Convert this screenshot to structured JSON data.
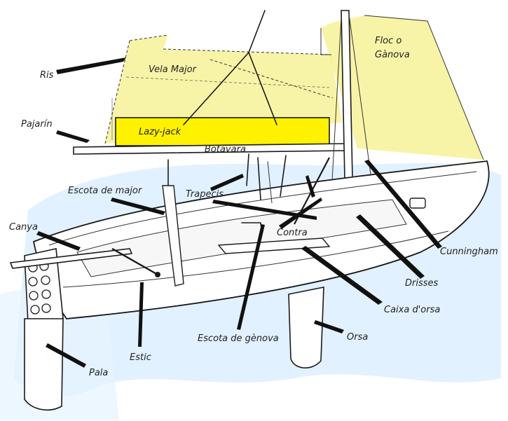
{
  "diagram": {
    "labels": {
      "ris": "Ris",
      "vela_major": "Vela Major",
      "floc_o": "Floc o",
      "ganova": "Gànova",
      "pajarin": "Pajarín",
      "lazy_jack": "Lazy-jack",
      "botavara": "Botavara",
      "escota_de_major": "Escota de major",
      "trapecis": "Trapecis",
      "canya": "Canya",
      "contra": "Contra",
      "cunningham": "Cunningham",
      "drisses": "Drisses",
      "caixa_dorsa": "Caixa d'orsa",
      "escota_de_genova": "Escota de gènova",
      "orsa": "Orsa",
      "estic": "Estic",
      "pala": "Pala"
    },
    "colors": {
      "sail_yellow": "#f5f08a",
      "lazy_jack_yellow": "#fff200",
      "water_blue": "#dcefff",
      "ink": "#1a1a1a"
    }
  }
}
